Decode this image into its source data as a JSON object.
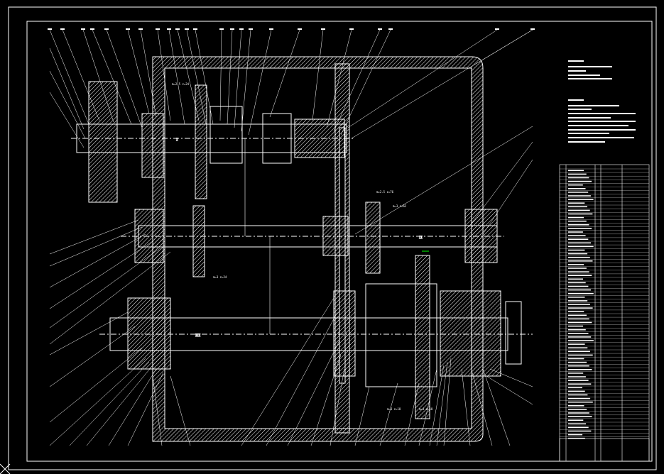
{
  "colors": {
    "background": "#000000",
    "line": "#ffffff",
    "hatch": "#ffffff",
    "accent": "#00ff00"
  },
  "shaft_marks": {
    "shaft_1": "I",
    "shaft_2": "II",
    "shaft_3": "III"
  },
  "gear_annotations": {
    "gear_a": "m=2.5 z=24",
    "gear_b": "m=3 z=24",
    "gear_c": "m=2.5 z=76",
    "gear_d": "m=3 z=62",
    "gear_e": "m=3 z=18",
    "gear_f": "m=4 z=18"
  }
}
